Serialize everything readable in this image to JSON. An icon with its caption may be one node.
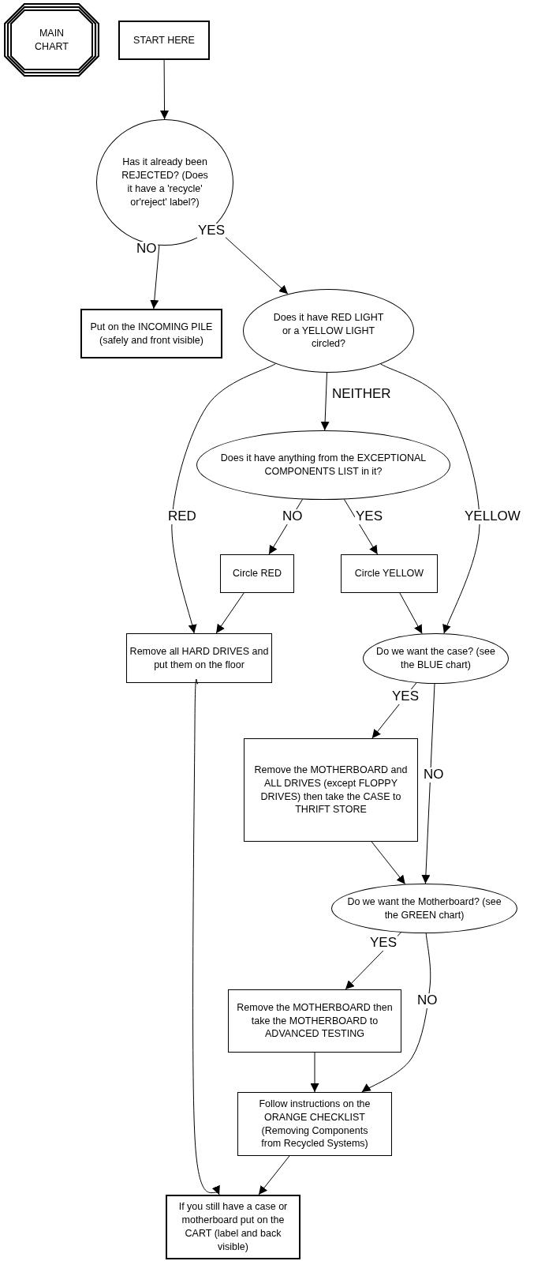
{
  "diagram": {
    "nodes": [
      {
        "text": [
          "MAIN CHART"
        ]
      },
      {
        "text": [
          "START HERE"
        ]
      },
      {
        "text": [
          "Has it already been REJECTED? (Does it have a 'recycle' or'reject' label?)"
        ]
      },
      {
        "text": [
          "Put on the INCOMING PILE (safely and front visible)"
        ]
      },
      {
        "text": [
          "Does it have RED LIGHT or a YELLOW LIGHT circled?"
        ]
      },
      {
        "text": [
          "Does it have anything from the EXCEPTIONAL COMPONENTS LIST in it?"
        ]
      },
      {
        "text": [
          "Circle RED"
        ]
      },
      {
        "text": [
          "Circle YELLOW"
        ]
      },
      {
        "text": [
          "Remove all HARD DRIVES and put them on the floor"
        ]
      },
      {
        "text": [
          "Do we want the case? (see the BLUE chart)"
        ]
      },
      {
        "text": [
          "Remove the MOTHERBOARD and ALL DRIVES (except FLOPPY DRIVES) then take the CASE to THRIFT STORE"
        ]
      },
      {
        "text": [
          "Do we want the Motherboard? (see the GREEN chart)"
        ]
      },
      {
        "text": [
          "Remove the MOTHERBOARD then take the MOTHERBOARD to ADVANCED TESTING"
        ]
      },
      {
        "text": [
          "Follow instructions on the ORANGE CHECKLIST (Removing Components from Recycled Systems)"
        ]
      },
      {
        "text": [
          "If you still have a case or motherboard put on the CART (label and back visible)"
        ]
      }
    ],
    "edges": [
      {
        "from": 1,
        "to": 2,
        "arrow": "to"
      },
      {
        "from": 2,
        "to": 3,
        "arrow": "to",
        "label": "NO"
      },
      {
        "from": 2,
        "to": 4,
        "arrow": "to",
        "label": "YES"
      },
      {
        "from": 4,
        "to": 5,
        "arrow": "to",
        "label": "NEITHER"
      },
      {
        "from": 4,
        "to": 8,
        "arrow": "to",
        "label": "RED"
      },
      {
        "from": 4,
        "to": 9,
        "arrow": "to",
        "label": "YELLOW"
      },
      {
        "from": 5,
        "to": 6,
        "arrow": "to",
        "label": "NO"
      },
      {
        "from": 5,
        "to": 7,
        "arrow": "to",
        "label": "YES"
      },
      {
        "from": 6,
        "to": 8,
        "arrow": "to"
      },
      {
        "from": 7,
        "to": 9,
        "arrow": "to"
      },
      {
        "from": 9,
        "to": 10,
        "arrow": "to",
        "label": "YES"
      },
      {
        "from": 9,
        "to": 11,
        "arrow": "to",
        "label": "NO"
      },
      {
        "from": 10,
        "to": 11,
        "arrow": "to"
      },
      {
        "from": 11,
        "to": 12,
        "arrow": "to",
        "label": "YES"
      },
      {
        "from": 11,
        "to": 13,
        "arrow": "to",
        "label": "NO"
      },
      {
        "from": 12,
        "to": 13,
        "arrow": "to"
      },
      {
        "from": 13,
        "to": 14,
        "arrow": "to"
      },
      {
        "from": 8,
        "to": 14,
        "arrow": "to"
      }
    ]
  }
}
